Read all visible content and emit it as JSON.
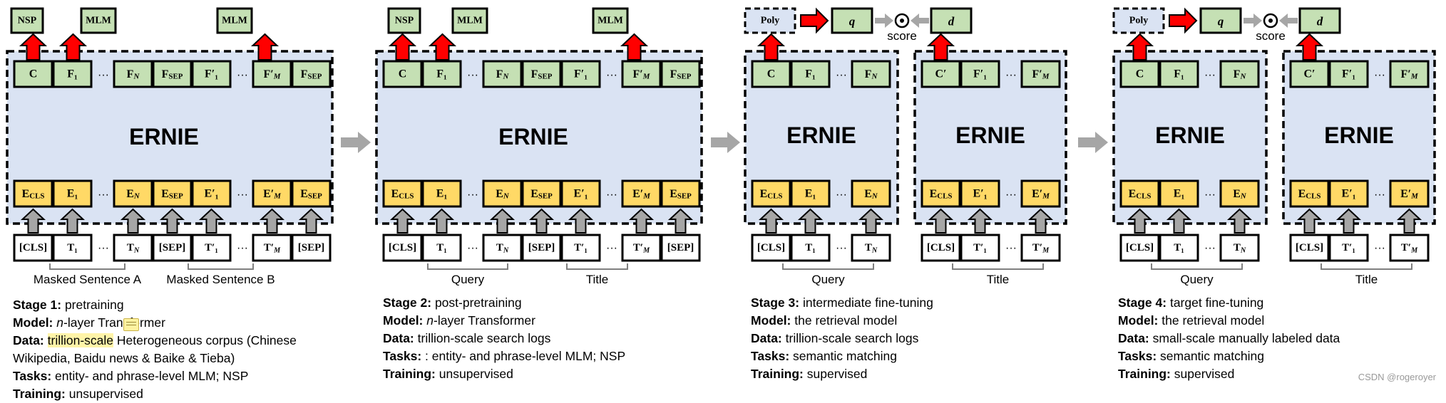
{
  "model_name": "ERNIE",
  "score_label": "score",
  "poly_label": "Poly",
  "q_label": "q",
  "d_label": "d",
  "task_labels": {
    "nsp": "NSP",
    "mlm": "MLM"
  },
  "stage1": {
    "outputs": [
      "C",
      "F₁",
      "F_N",
      "F_SEP",
      "F′₁",
      "F′_M",
      "F_SEP"
    ],
    "embeddings": [
      "E_CLS",
      "E₁",
      "E_N",
      "E_SEP",
      "E′₁",
      "E′_M",
      "E_SEP"
    ],
    "tokens": [
      "[CLS]",
      "T₁",
      "T_N",
      "[SEP]",
      "T′₁",
      "T′_M",
      "[SEP]"
    ],
    "group_a": "Masked Sentence A",
    "group_b": "Masked Sentence B"
  },
  "stage2": {
    "outputs": [
      "C",
      "F₁",
      "F_N",
      "F_SEP",
      "F′₁",
      "F′_M",
      "F_SEP"
    ],
    "embeddings": [
      "E_CLS",
      "E₁",
      "E_N",
      "E_SEP",
      "E′₁",
      "E′_M",
      "E_SEP"
    ],
    "tokens": [
      "[CLS]",
      "T₁",
      "T_N",
      "[SEP]",
      "T′₁",
      "T′_M",
      "[SEP]"
    ],
    "group_a": "Query",
    "group_b": "Title"
  },
  "stage3": {
    "q_outputs": [
      "C",
      "F₁",
      "F_N"
    ],
    "q_embeddings": [
      "E_CLS",
      "E₁",
      "E_N"
    ],
    "q_tokens": [
      "[CLS]",
      "T₁",
      "T_N"
    ],
    "d_outputs": [
      "C′",
      "F′₁",
      "F′_M"
    ],
    "d_embeddings": [
      "E_CLS",
      "E′₁",
      "E′_M"
    ],
    "d_tokens": [
      "[CLS]",
      "T′₁",
      "T′_M"
    ],
    "group_a": "Query",
    "group_b": "Title"
  },
  "stage4": {
    "q_outputs": [
      "C",
      "F₁",
      "F_N"
    ],
    "q_embeddings": [
      "E_CLS",
      "E₁",
      "E_N"
    ],
    "q_tokens": [
      "[CLS]",
      "T₁",
      "T_N"
    ],
    "d_outputs": [
      "C′",
      "F′₁",
      "F′_M"
    ],
    "d_embeddings": [
      "E_CLS",
      "E′₁",
      "E′_M"
    ],
    "d_tokens": [
      "[CLS]",
      "T′₁",
      "T′_M"
    ],
    "group_a": "Query",
    "group_b": "Title"
  },
  "captions": {
    "stage1": {
      "stage_label": "Stage 1:",
      "stage_value": "pretraining",
      "model_label": "Model:",
      "model_value_n": "n",
      "model_value_rest": "-layer Transformer",
      "data_label": "Data:",
      "data_highlight": "trillion-scale",
      "data_value": "Heterogeneous corpus (Chinese",
      "data_line2": "Wikipedia, Baidu news & Baike & Tieba)",
      "tasks_label": "Tasks:",
      "tasks_value": "entity- and phrase-level MLM; NSP",
      "training_label": "Training:",
      "training_value": "unsupervised"
    },
    "stage2": {
      "stage_label": "Stage 2:",
      "stage_value": "post-pretraining",
      "model_label": "Model:",
      "model_value_n": "n",
      "model_value_rest": "-layer Transformer",
      "data_label": "Data:",
      "data_value": "trillion-scale search logs",
      "tasks_label": "Tasks:",
      "tasks_value": ": entity- and phrase-level MLM; NSP",
      "training_label": "Training:",
      "training_value": "unsupervised"
    },
    "stage3": {
      "stage_label": "Stage 3:",
      "stage_value": "intermediate fine-tuning",
      "model_label": "Model:",
      "model_value": "the retrieval model",
      "data_label": "Data:",
      "data_value": "trillion-scale search logs",
      "tasks_label": "Tasks:",
      "tasks_value": "semantic matching",
      "training_label": "Training:",
      "training_value": "supervised"
    },
    "stage4": {
      "stage_label": "Stage 4:",
      "stage_value": "target fine-tuning",
      "model_label": "Model:",
      "model_value": "the retrieval model",
      "data_label": "Data:",
      "data_value": "small-scale manually labeled data",
      "tasks_label": "Tasks:",
      "tasks_value": "semantic matching",
      "training_label": "Training:",
      "training_value": "supervised"
    }
  },
  "watermark": "CSDN @rogeroyer",
  "colors": {
    "panel": "#dae3f3",
    "output_box": "#c5e0b4",
    "embedding_box": "#ffd966",
    "red_arrow": "#ff0000",
    "gray_arrow": "#a6a6a6"
  }
}
